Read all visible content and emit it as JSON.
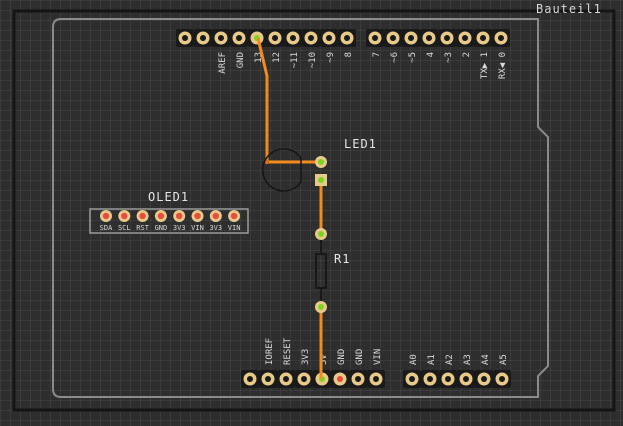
{
  "title": "Bauteil1",
  "colors": {
    "background": "#2e2e2e",
    "board": "#8b8b8b",
    "trace": "#f28a1c",
    "pad_ring": "#e7c98a",
    "pin_active": "#7ed321",
    "pin_power": "#e74c3c"
  },
  "arduino": {
    "top_header_left": [
      "",
      "",
      "AREF",
      "GND",
      "13",
      "12",
      "~11",
      "~10",
      "~9",
      "8"
    ],
    "top_header_right": [
      "7",
      "~6",
      "~5",
      "4",
      "~3",
      "2",
      "TX▶ 1",
      "RX◀ 0"
    ],
    "bottom_power": [
      "",
      "IOREF",
      "RESET",
      "3V3",
      "5V",
      "GND",
      "GND",
      "VIN"
    ],
    "bottom_analog": [
      "A0",
      "A1",
      "A2",
      "A3",
      "A4",
      "A5"
    ]
  },
  "oled": {
    "name": "OLED1",
    "pins": [
      "SDA",
      "SCL",
      "RST",
      "GND",
      "3V3",
      "VIN",
      "3V3",
      "VIN"
    ]
  },
  "led": {
    "name": "LED1"
  },
  "resistor": {
    "name": "R1"
  }
}
